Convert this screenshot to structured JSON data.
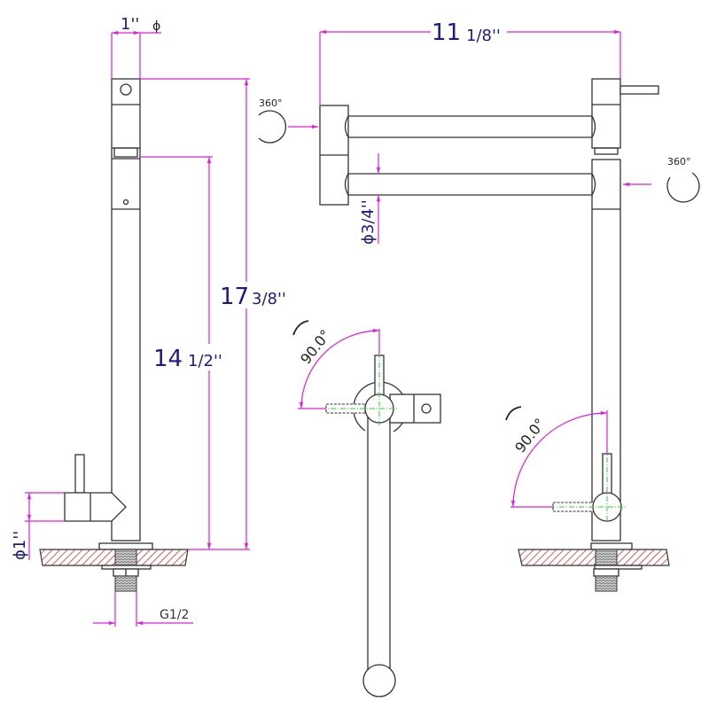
{
  "title": "Pot filler faucet dimension drawing",
  "colors": {
    "dimension": "#e01ee0",
    "text": "#1a1a8c",
    "centerline": "#22dd22",
    "hatch": "#d03030"
  },
  "dimensions": {
    "spout_diameter_main": "1''",
    "spout_diameter_symbol": "ϕ",
    "overall_height_main": "17",
    "overall_height_frac": "3/8''",
    "spout_height_main": "14",
    "spout_height_frac": "1/2''",
    "arm_reach_main": "11",
    "arm_reach_frac": "1/8''",
    "arm_diameter": "ϕ3/4''",
    "handle_diameter": "ϕ1''",
    "thread": "G1/2"
  },
  "rotation": {
    "left_label": "360°",
    "right_label": "360°"
  },
  "angles": {
    "top_view": "90.0°",
    "side_view": "90.0°"
  }
}
